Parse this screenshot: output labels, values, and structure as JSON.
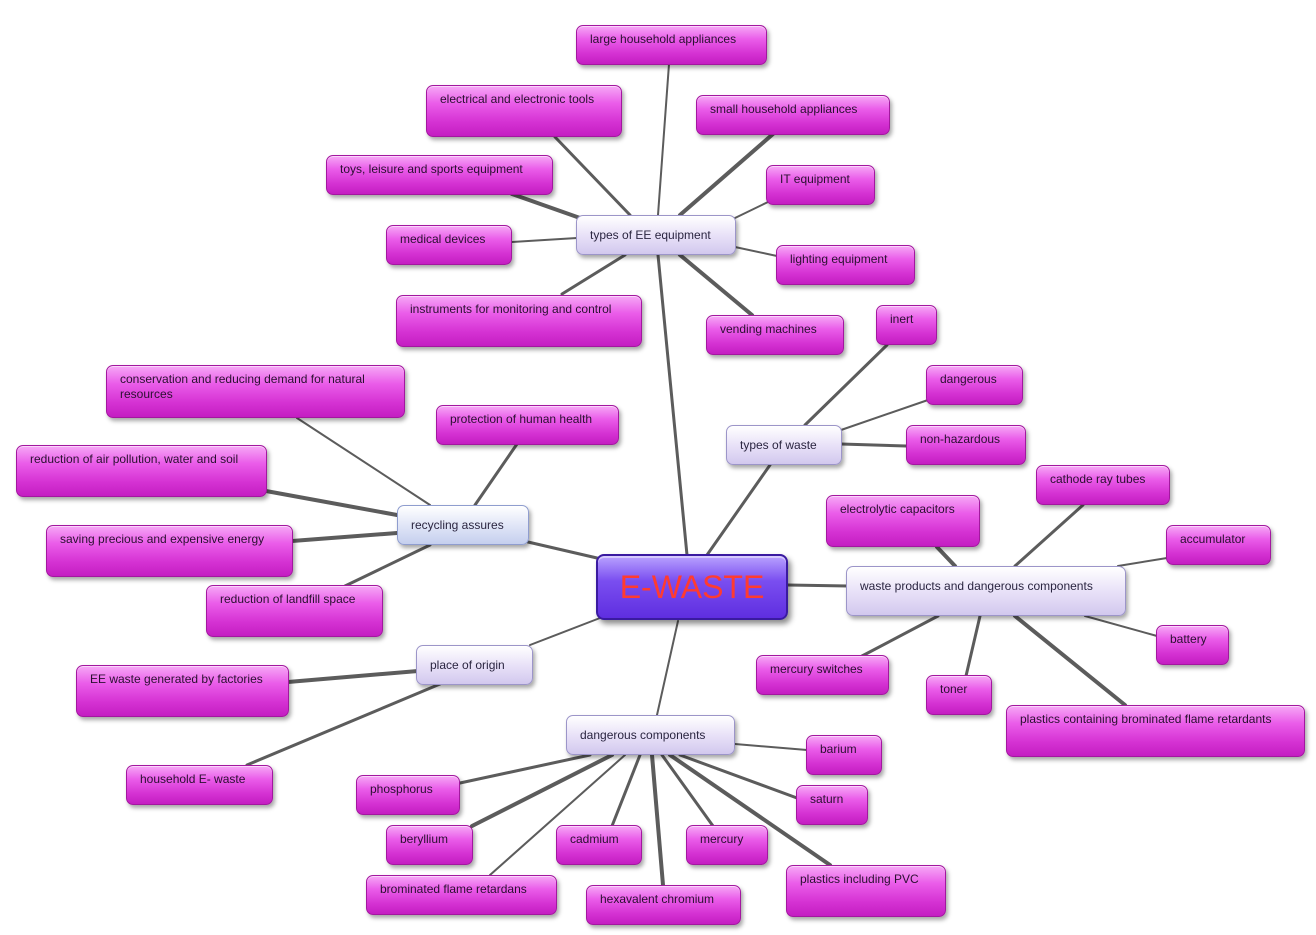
{
  "center": {
    "label": "E-WASTE",
    "text_color": "#ff3b30",
    "fill_color": "#7a4ef0"
  },
  "colors": {
    "leaf": "#e03fde",
    "branch": "#e6e0f7",
    "connector": "#5c5c5c"
  },
  "branches": {
    "types_of_ee_equipment": {
      "label": "types of EE equipment",
      "items": [
        "large household appliances",
        "small household appliances",
        "electrical and electronic tools",
        "IT equipment",
        "toys, leisure and sports equipment",
        "lighting equipment",
        "medical devices",
        "instruments for monitoring and control",
        "vending machines"
      ]
    },
    "types_of_waste": {
      "label": "types of waste",
      "items": [
        "inert",
        "dangerous",
        "non-hazardous"
      ]
    },
    "recycling_assures": {
      "label": "recycling assures",
      "items": [
        "conservation and reducing demand for natural resources",
        "protection of human health",
        "reduction of air pollution, water and soil",
        "saving precious and expensive energy",
        "reduction of landfill space"
      ]
    },
    "waste_products": {
      "label": "waste products and dangerous components",
      "items": [
        "cathode ray tubes",
        "electrolytic capacitors",
        "accumulator",
        "battery",
        "mercury switches",
        "toner",
        "plastics containing brominated flame retardants"
      ]
    },
    "place_of_origin": {
      "label": "place of origin",
      "items": [
        "EE waste generated by factories",
        "household E- waste"
      ]
    },
    "dangerous_components": {
      "label": "dangerous components",
      "items": [
        "barium",
        "phosphorus",
        "saturn",
        "beryllium",
        "cadmium",
        "mercury",
        "brominated flame retardans",
        "hexavalent chromium",
        "plastics including PVC"
      ]
    }
  }
}
